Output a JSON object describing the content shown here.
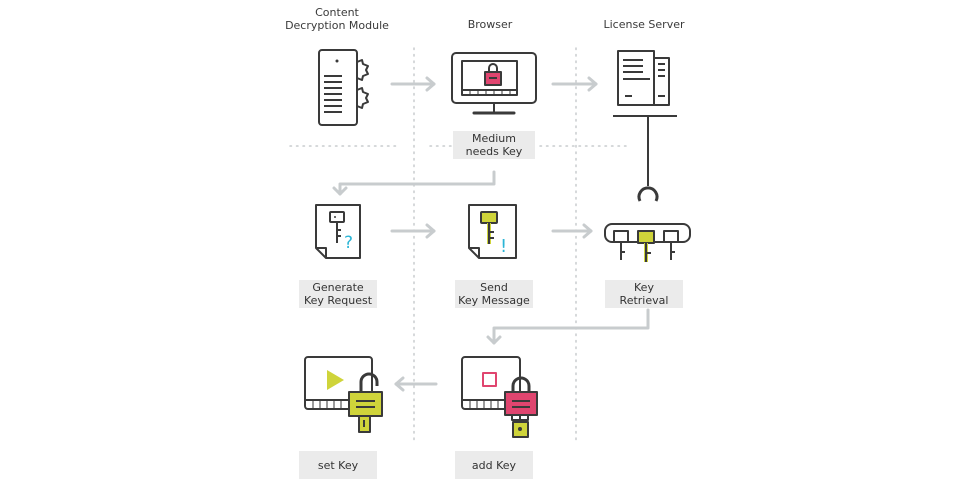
{
  "columns": [
    {
      "title_line1": "Content",
      "title_line2": "Decryption Module"
    },
    {
      "title_line1": "Browser"
    },
    {
      "title_line1": "License Server"
    }
  ],
  "steps": {
    "medium_needs_key": {
      "line1": "Medium",
      "line2": "needs Key"
    },
    "generate_key_request": {
      "line1": "Generate",
      "line2": "Key Request"
    },
    "send_key_message": {
      "line1": "Send",
      "line2": "Key Message"
    },
    "key_retrieval": {
      "line1": "Key",
      "line2": "Retrieval"
    },
    "add_key": {
      "line1": "add Key"
    },
    "set_key": {
      "line1": "set Key"
    }
  },
  "colors": {
    "stroke": "#3a3a3a",
    "arrow": "#c8ccce",
    "divider": "#c8ccce",
    "lime": "#cfd43a",
    "pink": "#e0456f",
    "cyan": "#2bb5d6",
    "tag_bg": "#ebebeb"
  },
  "icons": [
    "cdm-server-gears-icon",
    "monitor-lock-icon",
    "license-server-tower-icon",
    "key-request-document-icon",
    "key-message-document-icon",
    "key-rack-icon",
    "video-pink-lock-icon",
    "video-lime-unlock-icon"
  ]
}
